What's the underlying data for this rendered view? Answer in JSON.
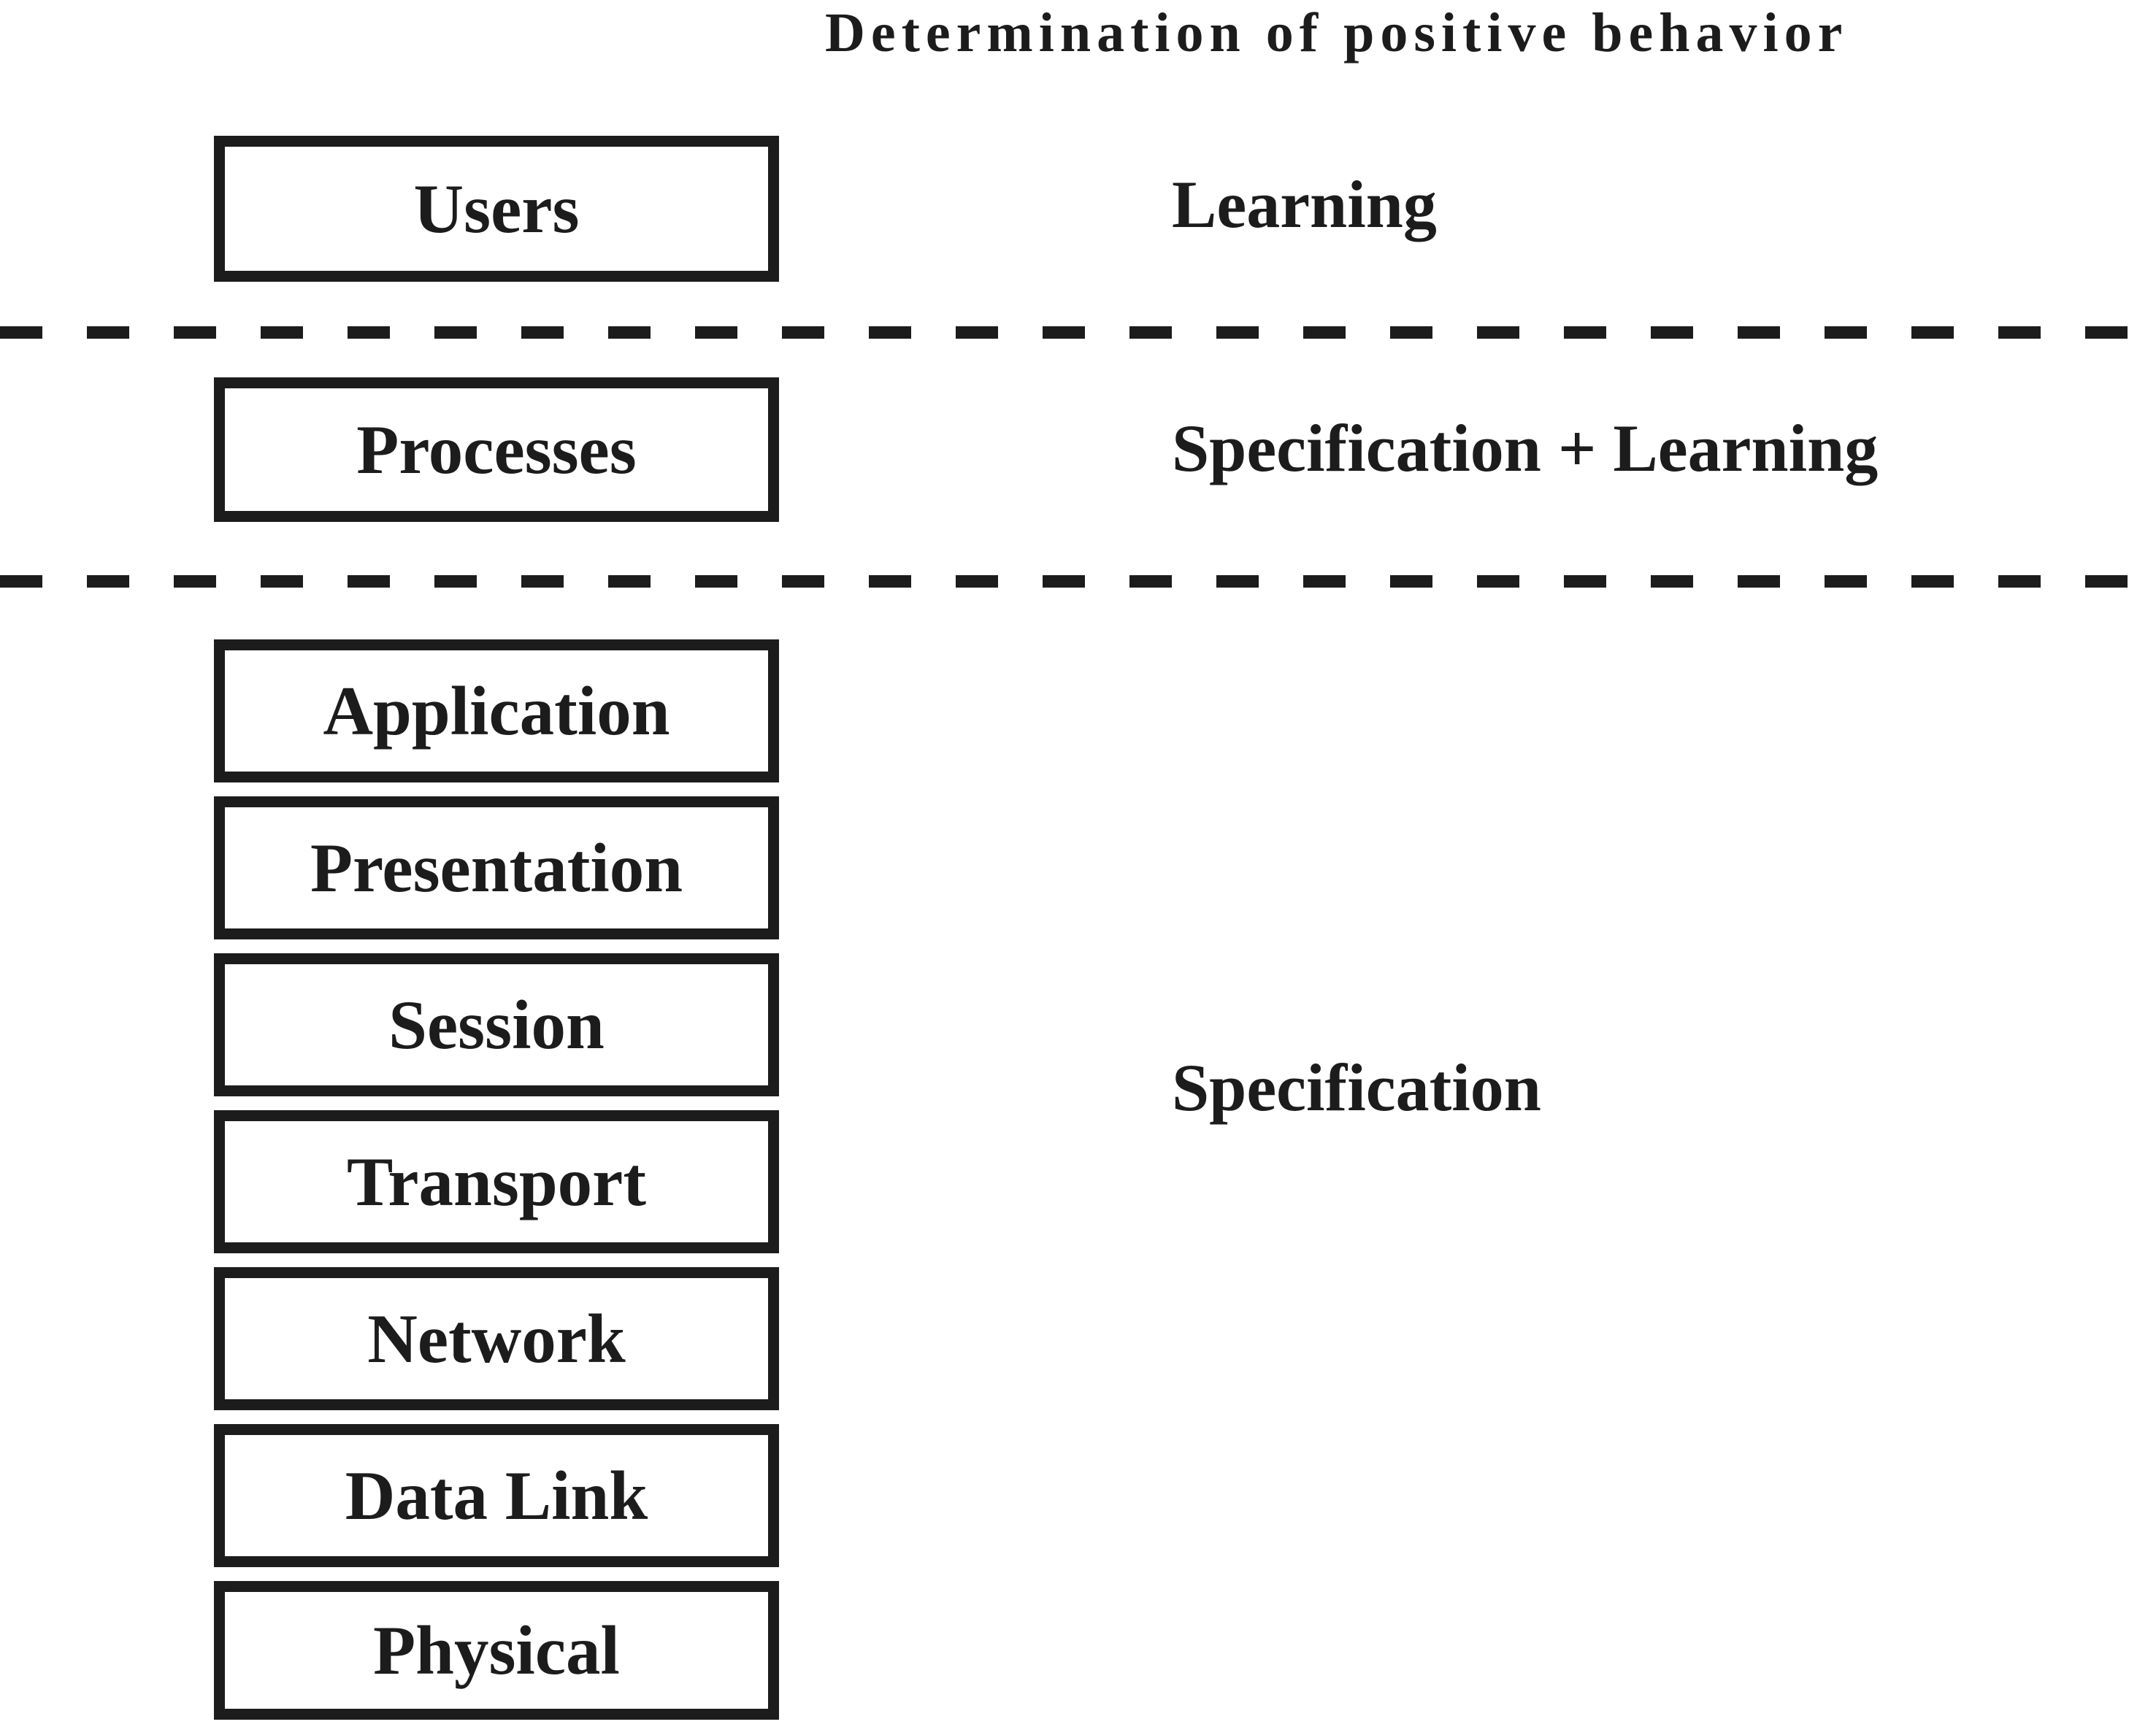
{
  "figure": {
    "title": "Determination of positive behavior",
    "upper_rows": [
      {
        "box_label": "Users",
        "method_label": "Learning"
      },
      {
        "box_label": "Processes",
        "method_label": "Specification + Learning"
      }
    ],
    "osi_stack": {
      "layers": [
        {
          "label": "Application"
        },
        {
          "label": "Presentation"
        },
        {
          "label": "Session"
        },
        {
          "label": "Transport"
        },
        {
          "label": "Network"
        },
        {
          "label": "Data Link"
        },
        {
          "label": "Physical"
        }
      ],
      "method_label": "Specification"
    },
    "colors": {
      "ink": "#1c1c1c",
      "background": "#ffffff"
    }
  }
}
